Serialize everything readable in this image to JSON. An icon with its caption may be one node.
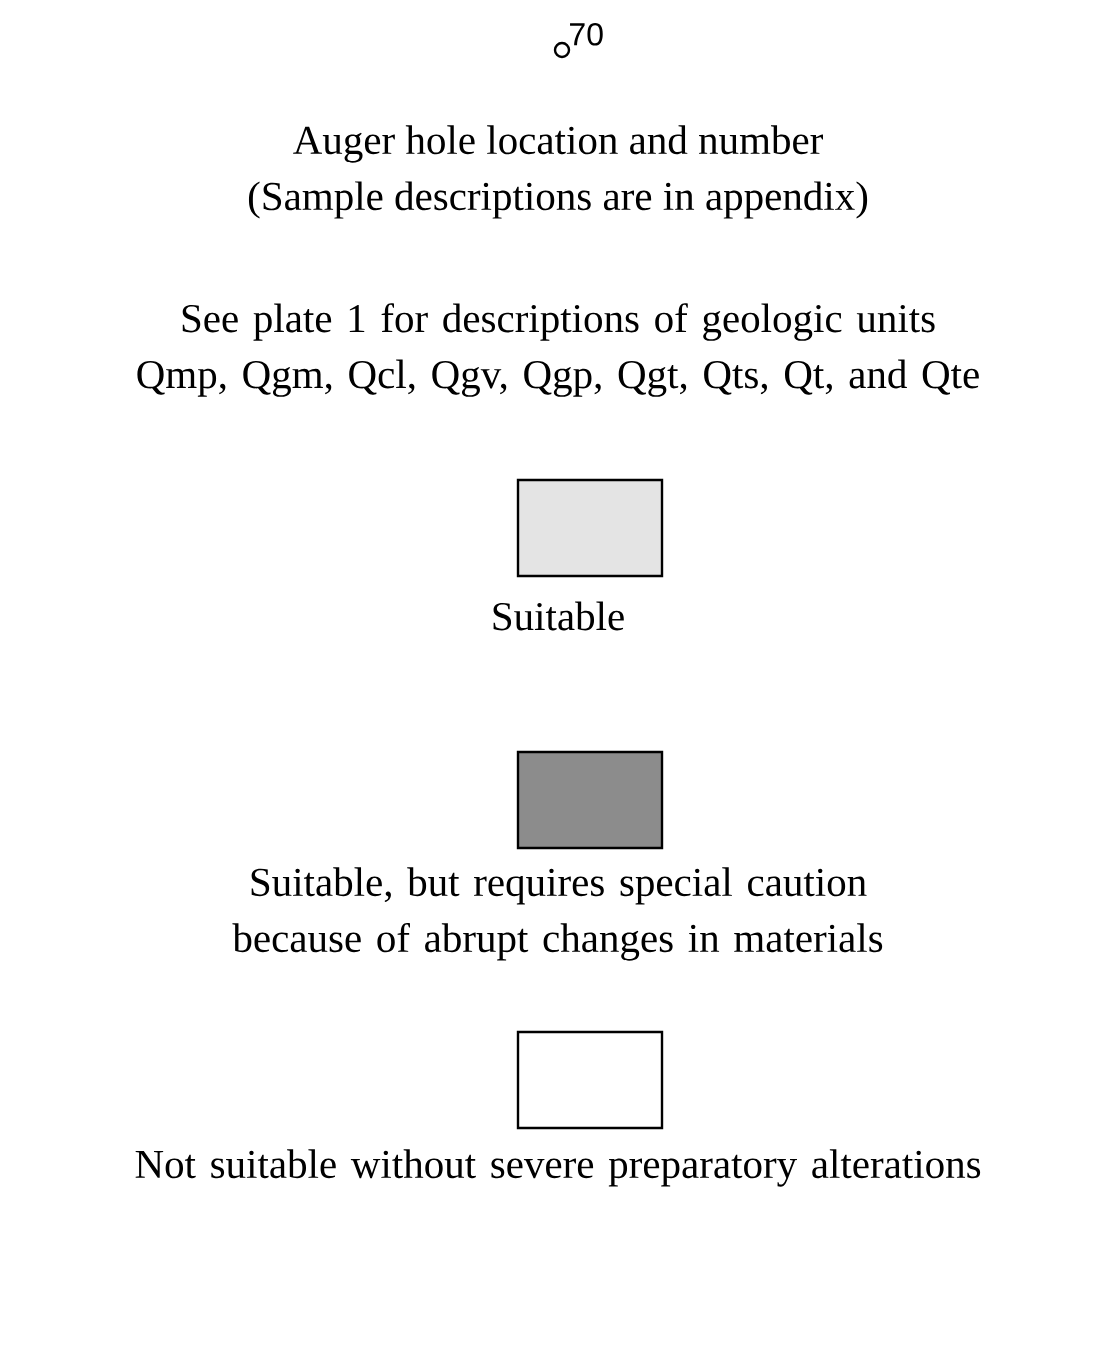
{
  "diagram": {
    "labels": [
      "70",
      "Auger hole location and number",
      "(Sample descriptions are in appendix)",
      "See plate 1 for descriptions of geologic units Qmp, Qgm, Qcl, Qgv, Qgp, Qgt, Qts, Qt, and Qte"
    ],
    "legend": [
      {
        "text": "Suitable",
        "color": "#e4e4e4"
      },
      {
        "text": "Suitable, but requires special caution because of abrupt changes in materials",
        "color": "#8c8c8c"
      },
      {
        "text": "Not suitable without severe preparatory alterations"
      }
    ]
  }
}
